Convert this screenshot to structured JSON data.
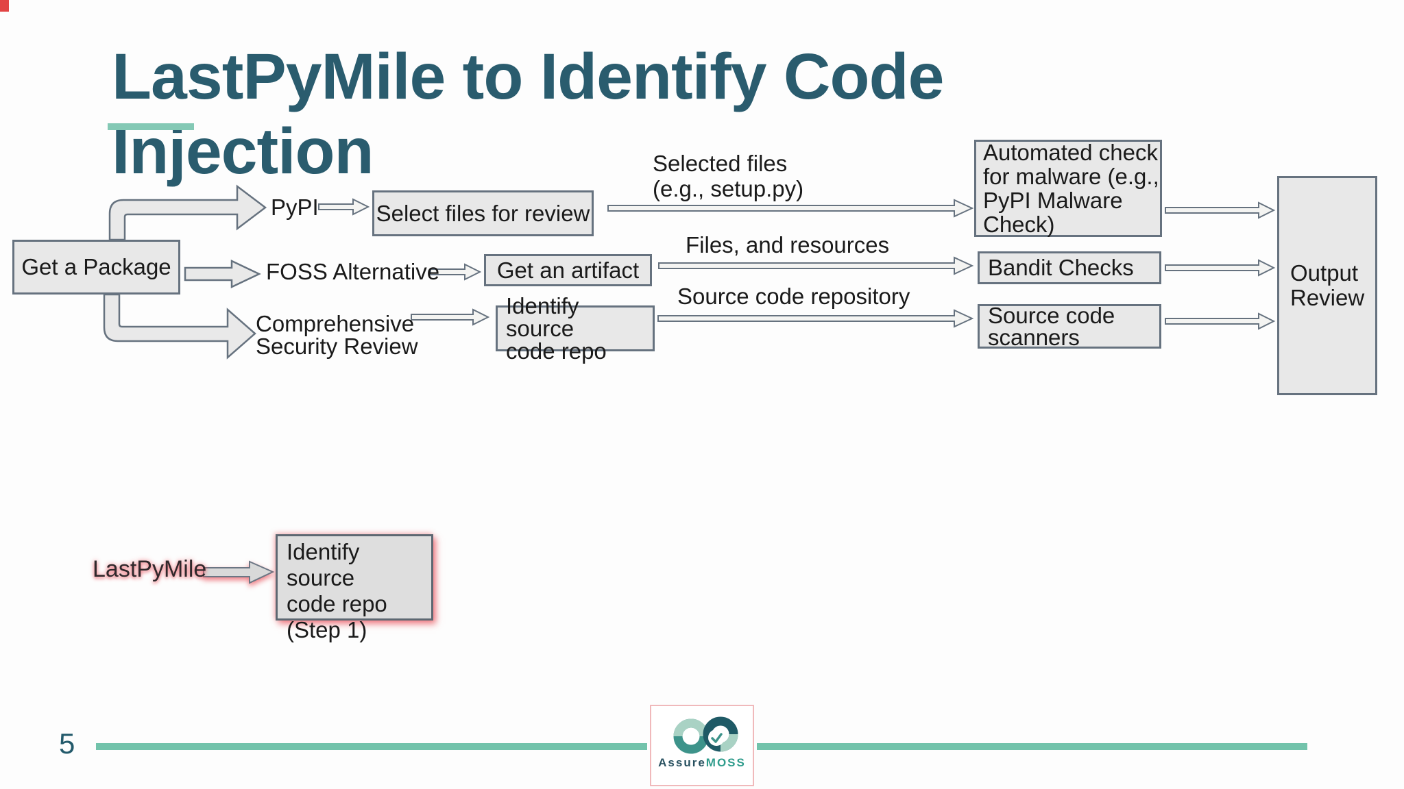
{
  "meta": {
    "title": "LastPyMile to Identify Code Injection",
    "page_number": "5"
  },
  "flow": {
    "source_box": "Get a Package",
    "branches": [
      {
        "label_lines": [
          "PyPI"
        ],
        "step_box_lines": [
          "Select files for review"
        ],
        "edge_label_lines": [
          "Selected files",
          "(e.g., setup.py)"
        ],
        "check_box_lines": [
          "Automated check",
          "for malware (e.g.,",
          "PyPI Malware",
          "Check)"
        ]
      },
      {
        "label_lines": [
          "FOSS Alternative"
        ],
        "step_box_lines": [
          "Get an artifact"
        ],
        "edge_label_lines": [
          "Files, and resources"
        ],
        "check_box_lines": [
          "Bandit Checks"
        ]
      },
      {
        "label_lines": [
          "Comprehensive",
          "Security Review"
        ],
        "step_box_lines": [
          "Identify source",
          "code repo"
        ],
        "edge_label_lines": [
          "Source code repository"
        ],
        "check_box_lines": [
          "Source code",
          "scanners"
        ]
      }
    ],
    "output_box_lines": [
      "Output",
      "Review"
    ]
  },
  "lastpymile": {
    "label": "LastPyMile",
    "box_lines": [
      "Identify source",
      "code repo",
      "(Step 1)"
    ]
  },
  "footer": {
    "logo_primary": "Assure",
    "logo_secondary": "MOSS"
  },
  "colors": {
    "title": "#2a5c6e",
    "accent": "#84c9b5",
    "footer_line": "#72c3ab",
    "box_fill": "#e8e8e8",
    "box_border": "#66727f",
    "glow_red": "#e85b64",
    "logo_dark": "#27505f",
    "logo_teal": "#2f9c8c"
  }
}
